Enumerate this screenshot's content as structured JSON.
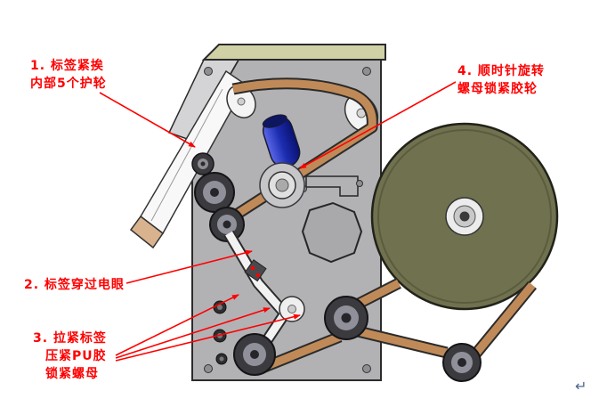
{
  "annotations": {
    "note1": {
      "lines": [
        "1. 标签紧挨",
        "内部5个护轮"
      ]
    },
    "note2": {
      "lines": [
        "2. 标签穿过电眼"
      ]
    },
    "note3": {
      "lines": [
        "3. 拉紧标签",
        "压紧PU胶",
        "锁紧螺母"
      ]
    },
    "note4": {
      "lines": [
        "4. 顺时针旋转",
        "螺母锁紧胶轮"
      ]
    }
  },
  "misc": {
    "return_mark": "↵"
  },
  "colors": {
    "annotation_red": "#ff0000",
    "machine_plate": "#b2b2b5",
    "plate_top_edge": "#d0d2a6",
    "label_roll": "#70714f",
    "label_web": "#c08a58",
    "rubber_roller_blue": "#2a36b0"
  }
}
